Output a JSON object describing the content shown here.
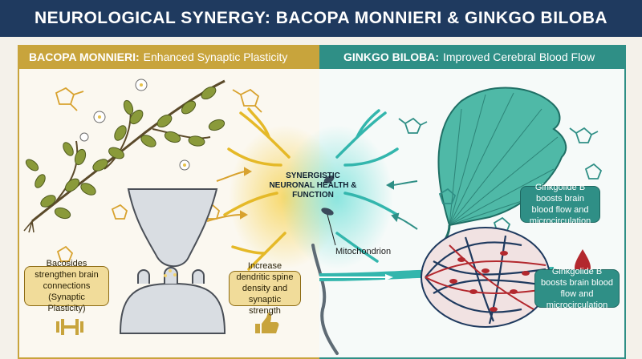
{
  "title": "NEUROLOGICAL SYNERGY: BACOPA MONNIERI & GINKGO BILOBA",
  "left_panel": {
    "heading_bold": "BACOPA MONNIERI:",
    "heading_rest": "Enhanced Synaptic Plasticity",
    "callout_1": "Bacosides strengthen brain connections (Synaptic Plasticity)",
    "callout_2": "Increase dendritic spine density and synaptic strength"
  },
  "right_panel": {
    "heading_bold": "GINKGO BILOBA:",
    "heading_rest": "Improved Cerebral Blood Flow",
    "callout_1": "Ginkgolide B boosts brain blood flow and microcirculation",
    "callout_2": "Ginkgolide B boosts brain blood flow and microcirculation"
  },
  "center": {
    "label": "SYNERGISTIC NEURONAL HEALTH & FUNCTION",
    "mitochondrion_label": "Mitochondrion"
  },
  "colors": {
    "navy": "#1f3a5f",
    "gold": "#c8a43c",
    "teal": "#2f8f86",
    "blood": "#b3282e"
  },
  "icons": [
    "bacopa-plant-icon",
    "synapse-icon",
    "neuron-icon",
    "mitochondrion-icon",
    "ginkgo-leaf-icon",
    "blood-vessel-icon",
    "blood-drop-icon",
    "dumbbell-icon",
    "thumbs-up-icon",
    "molecule-icon"
  ]
}
